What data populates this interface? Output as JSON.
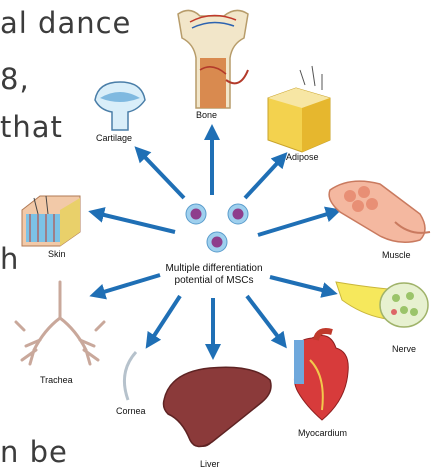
{
  "background_text": {
    "line1": "al dance",
    "line2": "8,",
    "line3": "that",
    "line4": "h",
    "line5": "n be"
  },
  "center": {
    "line1": "Multiple differentiation",
    "line2": "potential of MSCs"
  },
  "labels": {
    "bone": "Bone",
    "cartilage": "Cartilage",
    "adipose": "Adipose",
    "skin": "Skin",
    "muscle": "Muscle",
    "trachea": "Trachea",
    "nerve": "Nerve",
    "cornea": "Cornea",
    "myocardium": "Myocardium",
    "liver": "Liver"
  },
  "colors": {
    "arrow": "#1f6fb5",
    "cell_ring": "#7ab8de",
    "cell_nucleus": "#8e3e8c"
  }
}
